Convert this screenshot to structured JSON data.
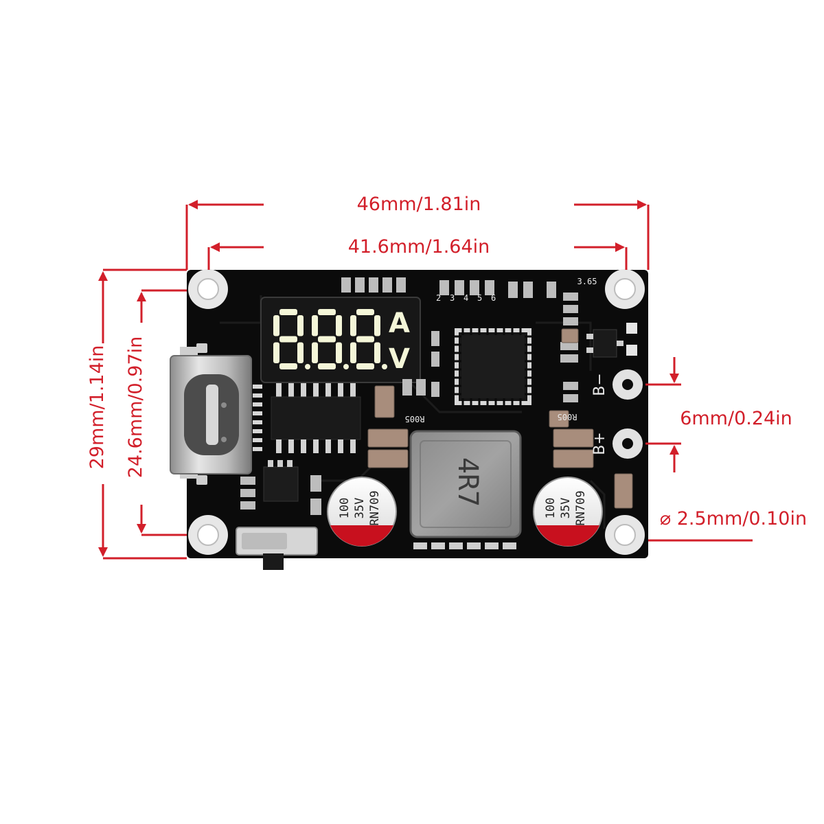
{
  "colors": {
    "dimension": "#d21f2a",
    "board": "#0b0b0b",
    "segment_lit": "#f4f6d8",
    "capacitor_band": "#c8101e"
  },
  "dimensions": {
    "outer_width": "46mm/1.81in",
    "inner_width": "41.6mm/1.64in",
    "outer_height": "29mm/1.14in",
    "inner_height": "24.6mm/0.97in",
    "terminal_pitch": "6mm/0.24in",
    "hole_diameter": "⌀ 2.5mm/0.10in"
  },
  "board": {
    "display": {
      "digits": [
        "8",
        "8",
        "8"
      ],
      "unit_top": "A",
      "unit_bottom": "V"
    },
    "terminals": {
      "negative": "B−",
      "positive": "B+"
    },
    "inductor_marking": "4R7",
    "capacitor_left": {
      "value": "100",
      "voltage": "35V",
      "series": "RN709"
    },
    "capacitor_right": {
      "value": "100",
      "voltage": "35V",
      "series": "RN709"
    },
    "resistor_label_left": "R005",
    "resistor_label_right": "R005",
    "pin_numbers": [
      "2",
      "3",
      "4",
      "5",
      "6"
    ],
    "header_value": "3.65"
  }
}
